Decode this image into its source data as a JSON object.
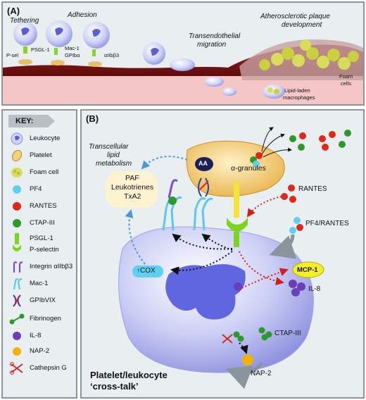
{
  "panel_a": {
    "label": "(A)",
    "tethering": "Tethering",
    "adhesion": "Adhesion",
    "psgl1": "PSGL-1",
    "psel": "P-sel",
    "mac1": "Mac-1",
    "gpiba": "GPIbα",
    "aiib": "αIIbβ3",
    "transendothelial": "Transendothelial",
    "migration": "migration",
    "athero1": "Atherosclerotic plaque",
    "athero2": "development",
    "foam1": "Foam",
    "foam2": "cells",
    "lipid1": "Lipid-laden",
    "lipid2": "macrophages"
  },
  "key": {
    "title": "KEY:",
    "items": [
      {
        "label": "Leukocyte",
        "icon": "leukocyte-icon"
      },
      {
        "label": "Platelet",
        "icon": "platelet-icon"
      },
      {
        "label": "Foam cell",
        "icon": "foam-cell-icon"
      },
      {
        "label": "PF4",
        "icon": "pf4-icon"
      },
      {
        "label": "RANTES",
        "icon": "rantes-icon"
      },
      {
        "label": "CTAP-III",
        "icon": "ctap-iii-icon"
      },
      {
        "label": "PSGL-1",
        "icon": "psgl1-icon"
      },
      {
        "label": "P-selectin",
        "icon": "p-selectin-icon"
      },
      {
        "label": "Integrin αIIbβ3",
        "icon": "integrin-icon"
      },
      {
        "label": "Mac-1",
        "icon": "mac1-icon"
      },
      {
        "label": "GPIbVIX",
        "icon": "gpibvix-icon"
      },
      {
        "label": "Fibrinogen",
        "icon": "fibrinogen-icon"
      },
      {
        "label": "IL-8",
        "icon": "il8-icon"
      },
      {
        "label": "NAP-2",
        "icon": "nap2-icon"
      },
      {
        "label": "Cathepsin G",
        "icon": "cathepsin-g-icon"
      }
    ]
  },
  "panel_b": {
    "label": "(B)",
    "transcellular1": "Transcellular",
    "transcellular2": "lipid",
    "transcellular3": "metabolism",
    "aa": "AA",
    "granules": "α-granules",
    "paf": "PAF",
    "leuko": "Leukotrienes",
    "txa2": "TxA2",
    "rantes": "RANTES",
    "pf4rantes": "PF4/RANTES",
    "cox": "↑COX",
    "mcp1": "MCP-1",
    "il8": "IL-8",
    "ctap": "CTAP-III",
    "nap2": "NAP-2",
    "crosstalk1": "Platelet/leukocyte",
    "crosstalk2": "‘cross-talk’"
  },
  "colors": {
    "leukocyte": "#8f93e0",
    "platelet": "#f3d07a",
    "pf4": "#5fd0ef",
    "rantes": "#e1261c",
    "ctap": "#2b9a2b",
    "green": "#7dd321",
    "il8": "#6b3fb8",
    "nap2": "#f2b200",
    "mcp1": "#f5ee2a",
    "vessel": "#8a1a1a"
  }
}
